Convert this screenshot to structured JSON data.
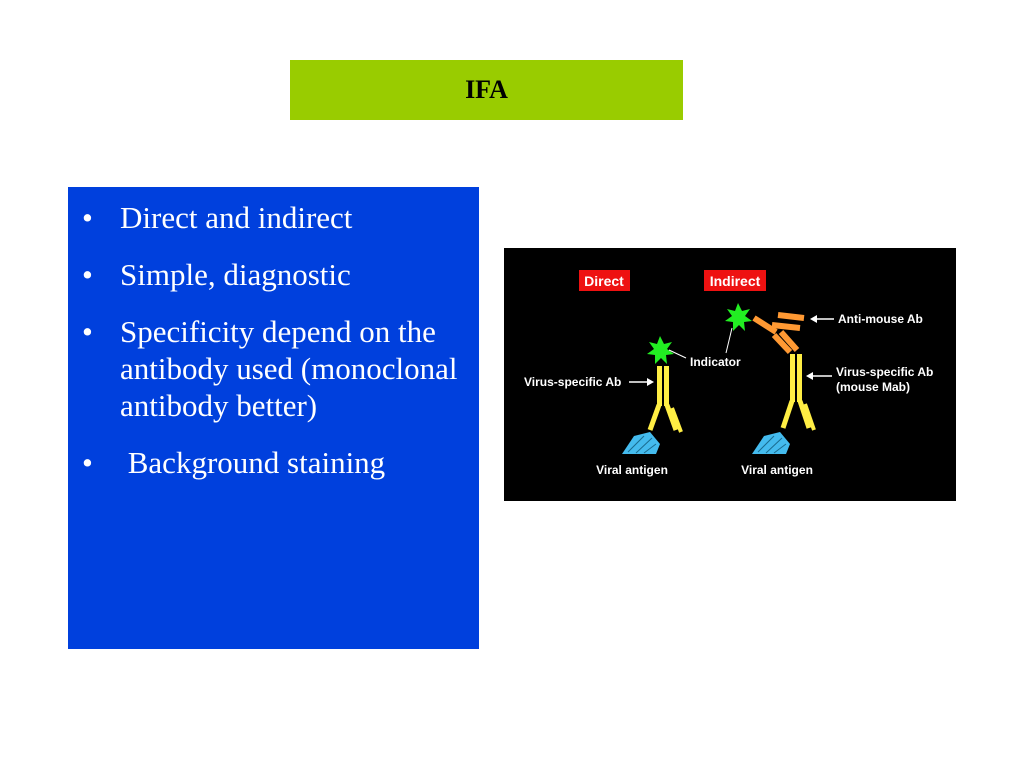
{
  "slide": {
    "title": "IFA",
    "bullets": [
      "Direct and indirect",
      "Simple, diagnostic",
      "Specificity depend on the antibody used (monoclonal antibody better)",
      " Background staining"
    ],
    "bullet_marker": "•"
  },
  "diagram": {
    "direct_tag": "Direct",
    "indirect_tag": "Indirect",
    "anti_mouse_ab": "Anti-mouse Ab",
    "indicator": "Indicator",
    "virus_specific_ab_left": "Virus-specific Ab",
    "virus_specific_ab_right": "Virus-specific Ab",
    "mouse_mab": "(mouse Mab)",
    "viral_antigen_left": "Viral antigen",
    "viral_antigen_right": "Viral antigen"
  },
  "colors": {
    "title_bg": "#99cc00",
    "bullet_bg": "#0040dd",
    "diagram_bg": "#000000",
    "tag_bg": "#ee1111",
    "antibody": "#ffee44",
    "secondary_antibody": "#ff9933",
    "indicator": "#22ee22",
    "antigen": "#44bbee"
  }
}
